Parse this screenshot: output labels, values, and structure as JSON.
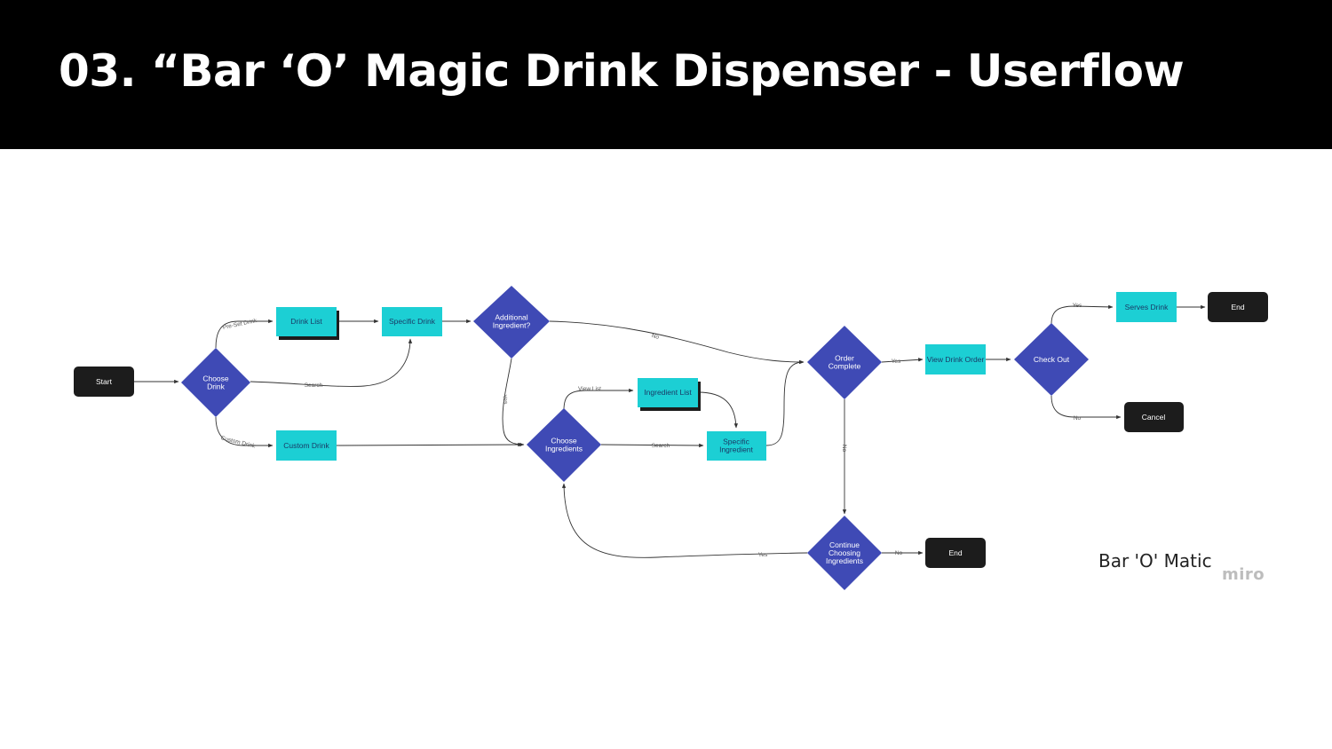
{
  "slide": {
    "title": "03. “Bar ‘O’ Magic Drink Dispenser - Userflow",
    "board_label": "Bar 'O' Matic",
    "watermark": "miro"
  },
  "colors": {
    "header_bg": "#000000",
    "terminal": "#1c1c1c",
    "process": "#1ccfd4",
    "decision": "#3f4ab5"
  },
  "nodes": {
    "start": "Start",
    "choose_drink": "Choose\nDrink",
    "drink_list": "Drink List",
    "specific_drink": "Specific Drink",
    "additional_ingredient": "Additional\nIngredient?",
    "custom_drink": "Custom Drink",
    "choose_ingredients": "Choose\nIngredients",
    "ingredient_list": "Ingredient List",
    "specific_ingredient": "Specific\nIngredient",
    "order_complete": "Order\nComplete",
    "view_drink_order": "View Drink Order",
    "check_out": "Check Out",
    "serves_drink": "Serves Drink",
    "end_top": "End",
    "cancel": "Cancel",
    "continue_choosing": "Continue\nChoosing\nIngredients",
    "end_bottom": "End"
  },
  "edge_labels": {
    "pre_set_drink": "Pre-Set Drink",
    "search_top": "Search",
    "custom_drink": "Custom Drink",
    "no_additional": "No",
    "yes_additional": "Yes",
    "view_list": "View List",
    "search_mid": "Search",
    "yes_order": "Yes",
    "no_order": "No",
    "yes_checkout": "Yes",
    "no_checkout": "No",
    "no_continue": "No",
    "yes_continue": "Yes"
  }
}
